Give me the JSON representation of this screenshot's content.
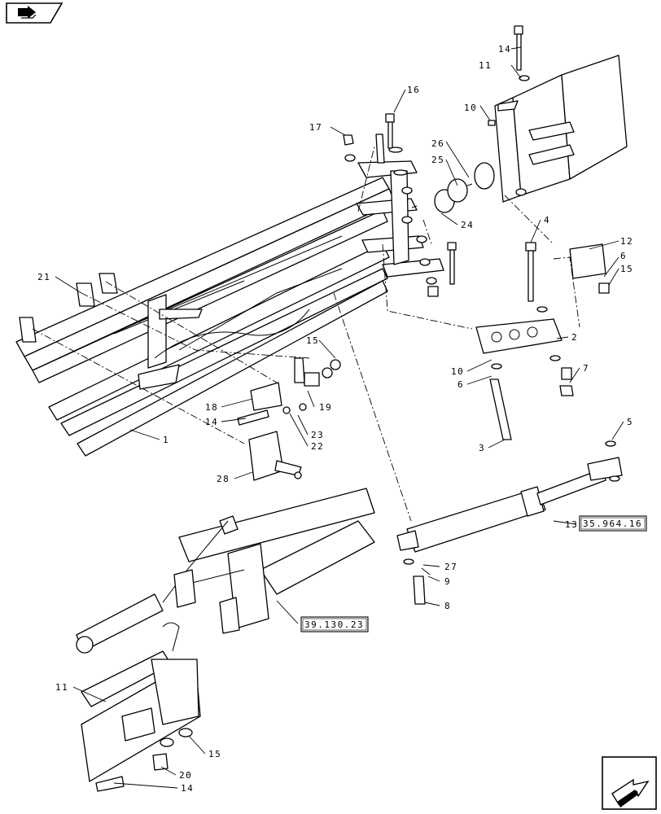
{
  "diagram": {
    "callouts": [
      {
        "id": "c14a",
        "text": "14"
      },
      {
        "id": "c11a",
        "text": "11"
      },
      {
        "id": "c10a",
        "text": "10"
      },
      {
        "id": "c16",
        "text": "16"
      },
      {
        "id": "c17",
        "text": "17"
      },
      {
        "id": "c26",
        "text": "26"
      },
      {
        "id": "c25",
        "text": "25"
      },
      {
        "id": "c24",
        "text": "24"
      },
      {
        "id": "c4",
        "text": "4"
      },
      {
        "id": "c12",
        "text": "12"
      },
      {
        "id": "c6a",
        "text": "6"
      },
      {
        "id": "c15a",
        "text": "15"
      },
      {
        "id": "c21",
        "text": "21"
      },
      {
        "id": "c2",
        "text": "2"
      },
      {
        "id": "c10b",
        "text": "10"
      },
      {
        "id": "c6b",
        "text": "6"
      },
      {
        "id": "c7",
        "text": "7"
      },
      {
        "id": "c15b",
        "text": "15"
      },
      {
        "id": "c18",
        "text": "18"
      },
      {
        "id": "c19",
        "text": "19"
      },
      {
        "id": "c14b",
        "text": "14"
      },
      {
        "id": "c23",
        "text": "23"
      },
      {
        "id": "c22",
        "text": "22"
      },
      {
        "id": "c1",
        "text": "1"
      },
      {
        "id": "c3",
        "text": "3"
      },
      {
        "id": "c5",
        "text": "5"
      },
      {
        "id": "c28",
        "text": "28"
      },
      {
        "id": "c13",
        "text": "13"
      },
      {
        "id": "c27",
        "text": "27"
      },
      {
        "id": "c9",
        "text": "9"
      },
      {
        "id": "c8",
        "text": "8"
      },
      {
        "id": "c11b",
        "text": "11"
      },
      {
        "id": "c15c",
        "text": "15"
      },
      {
        "id": "c20",
        "text": "20"
      },
      {
        "id": "c14c",
        "text": "14"
      }
    ],
    "references": [
      {
        "id": "ref1",
        "text": "35.964.16"
      },
      {
        "id": "ref2",
        "text": "39.130.23"
      }
    ],
    "icons": {
      "top_left": "book-icon",
      "bottom_right": "next-page-arrow-icon"
    }
  }
}
